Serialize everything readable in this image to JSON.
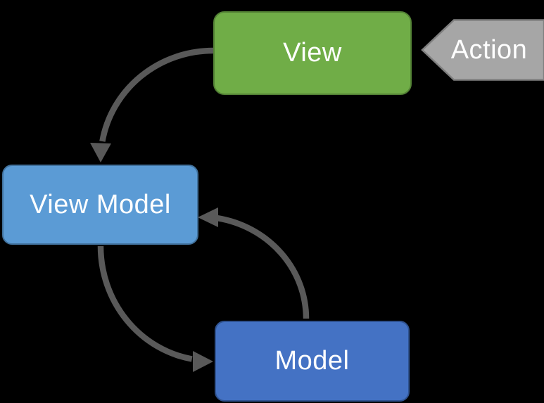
{
  "diagram": {
    "type": "flow-diagram",
    "background": "#000000",
    "text_color": "#ffffff",
    "connector_color": "#595959",
    "nodes": {
      "view": {
        "label": "View",
        "fill": "#70AD47",
        "border": "#538135"
      },
      "view_model": {
        "label": "View Model",
        "fill": "#5B9BD5",
        "border": "#41719C"
      },
      "model": {
        "label": "Model",
        "fill": "#4472C4",
        "border": "#2F528F"
      },
      "action": {
        "label": "Action",
        "fill": "#A6A6A6",
        "border": "#7F7F7F"
      }
    },
    "connectors": [
      {
        "from": "View",
        "to": "View Model"
      },
      {
        "from": "View Model",
        "to": "Model"
      },
      {
        "from": "Model",
        "to": "View Model"
      },
      {
        "from": "Action",
        "to": "View"
      }
    ]
  }
}
